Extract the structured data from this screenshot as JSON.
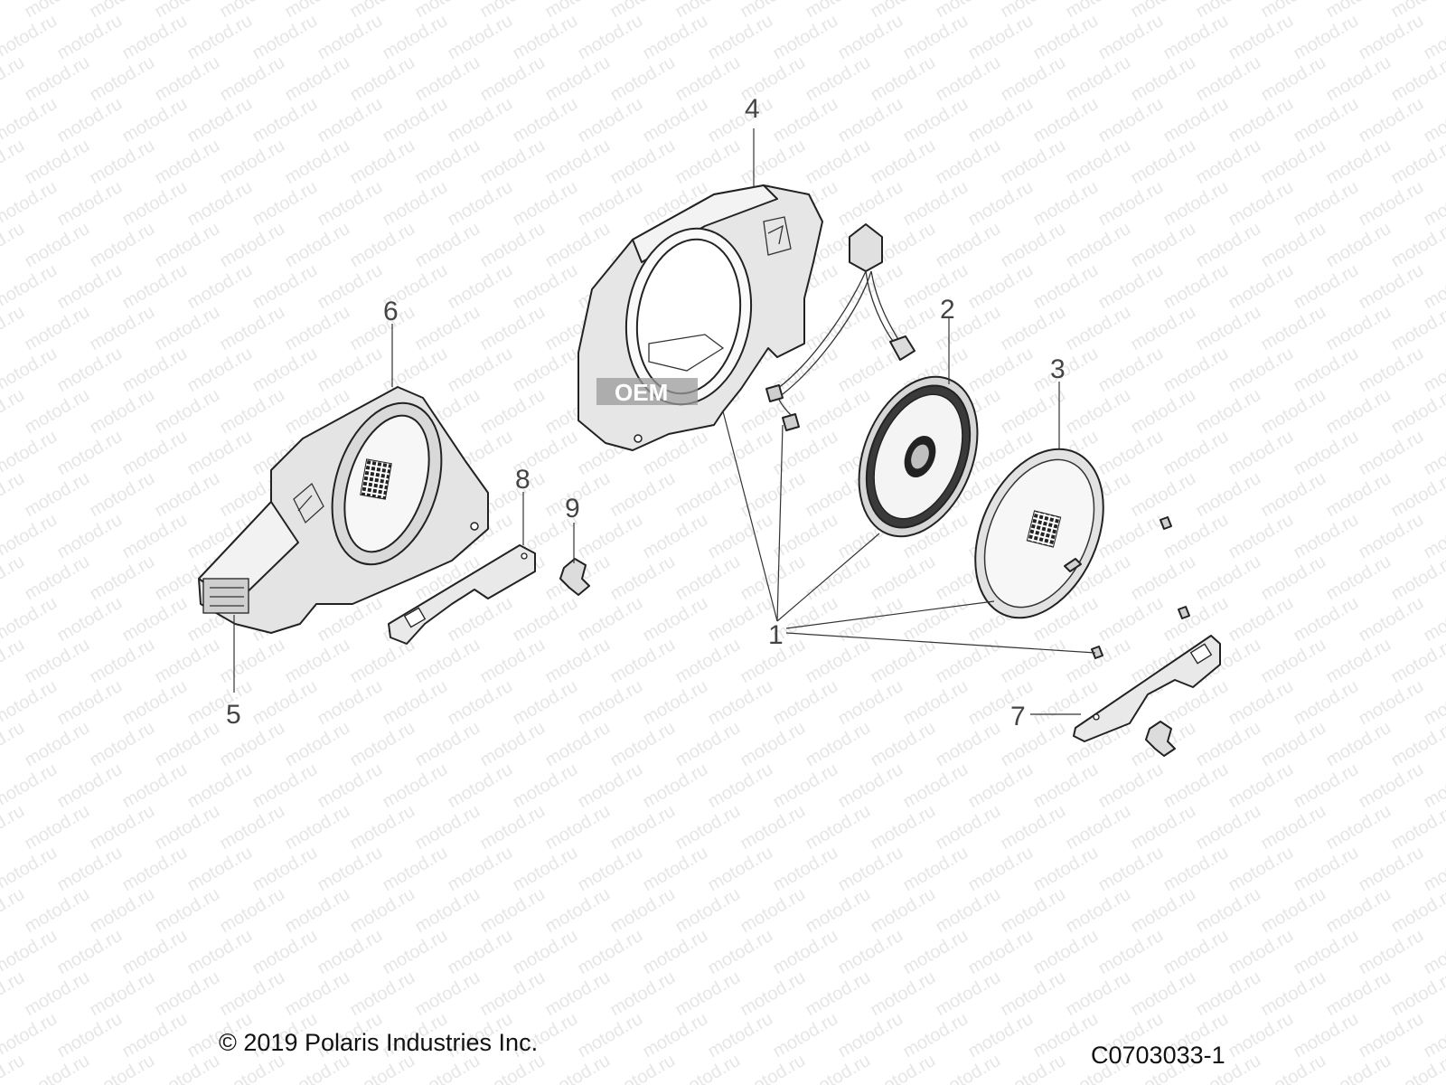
{
  "watermark": "motod.ru",
  "overlay_badge": "OEM",
  "callouts": {
    "c1": "1",
    "c2": "2",
    "c3": "3",
    "c4": "4",
    "c5": "5",
    "c6": "6",
    "c7": "7",
    "c8": "8",
    "c9": "9"
  },
  "footer": {
    "copyright": "© 2019 Polaris Industries Inc.",
    "drawing_code": "C0703033-1"
  }
}
